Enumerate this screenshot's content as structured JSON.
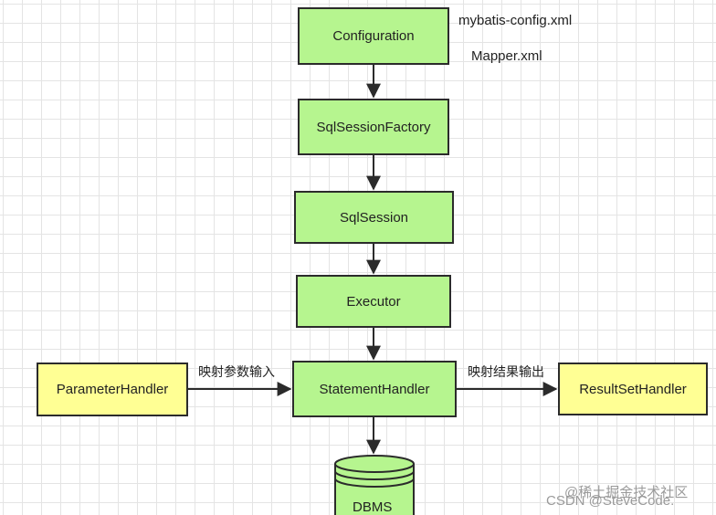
{
  "nodes": {
    "configuration": "Configuration",
    "sqlsessionfactory": "SqlSessionFactory",
    "sqlsession": "SqlSession",
    "executor": "Executor",
    "statementhandler": "StatementHandler",
    "parameterhandler": "ParameterHandler",
    "resultsethandler": "ResultSetHandler",
    "dbms": "DBMS"
  },
  "notes": {
    "config_file": "mybatis-config.xml",
    "mapper_file": "Mapper.xml"
  },
  "edge_labels": {
    "param_input": "映射参数输入",
    "result_output": "映射结果输出"
  },
  "watermarks": {
    "juejin": "@稀土掘金技术社区",
    "csdn": "CSDN @SteveCode."
  },
  "colors": {
    "main_node": "#b6f58f",
    "side_node": "#ffff94",
    "stroke": "#2b2b2b"
  }
}
